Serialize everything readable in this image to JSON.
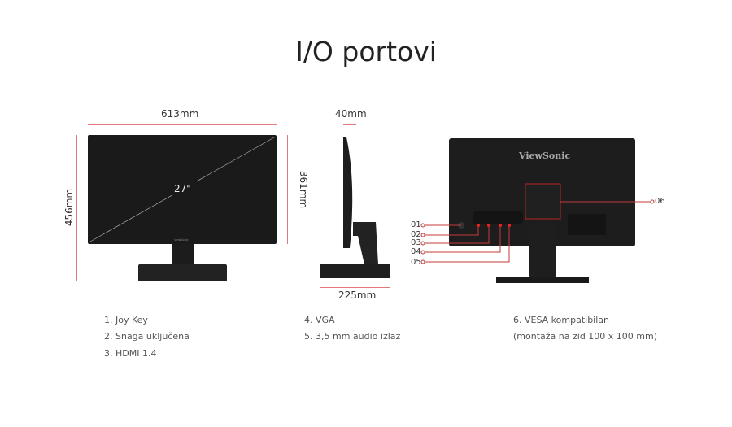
{
  "title": "I/O portovi",
  "dimensions": {
    "width": "613mm",
    "height_total": "456mm",
    "height_screen": "361mm",
    "depth": "40mm",
    "base_depth": "225mm",
    "diagonal": "27\""
  },
  "brand": "ViewSonic",
  "callouts": [
    "01",
    "02",
    "03",
    "04",
    "05",
    "06"
  ],
  "specs": {
    "col1": [
      "1. Joy Key",
      "2. Snaga uključena",
      "3. HDMI 1.4"
    ],
    "col2": [
      "4. VGA",
      "5. 3,5 mm audio izlaz"
    ],
    "col3": [
      "6. VESA kompatibilan",
      "(montaža na zid 100 x 100 mm)"
    ]
  },
  "colors": {
    "dimension_line": "#e07a80",
    "callout": "#c43a3a",
    "monitor": "#1a1a1a"
  }
}
